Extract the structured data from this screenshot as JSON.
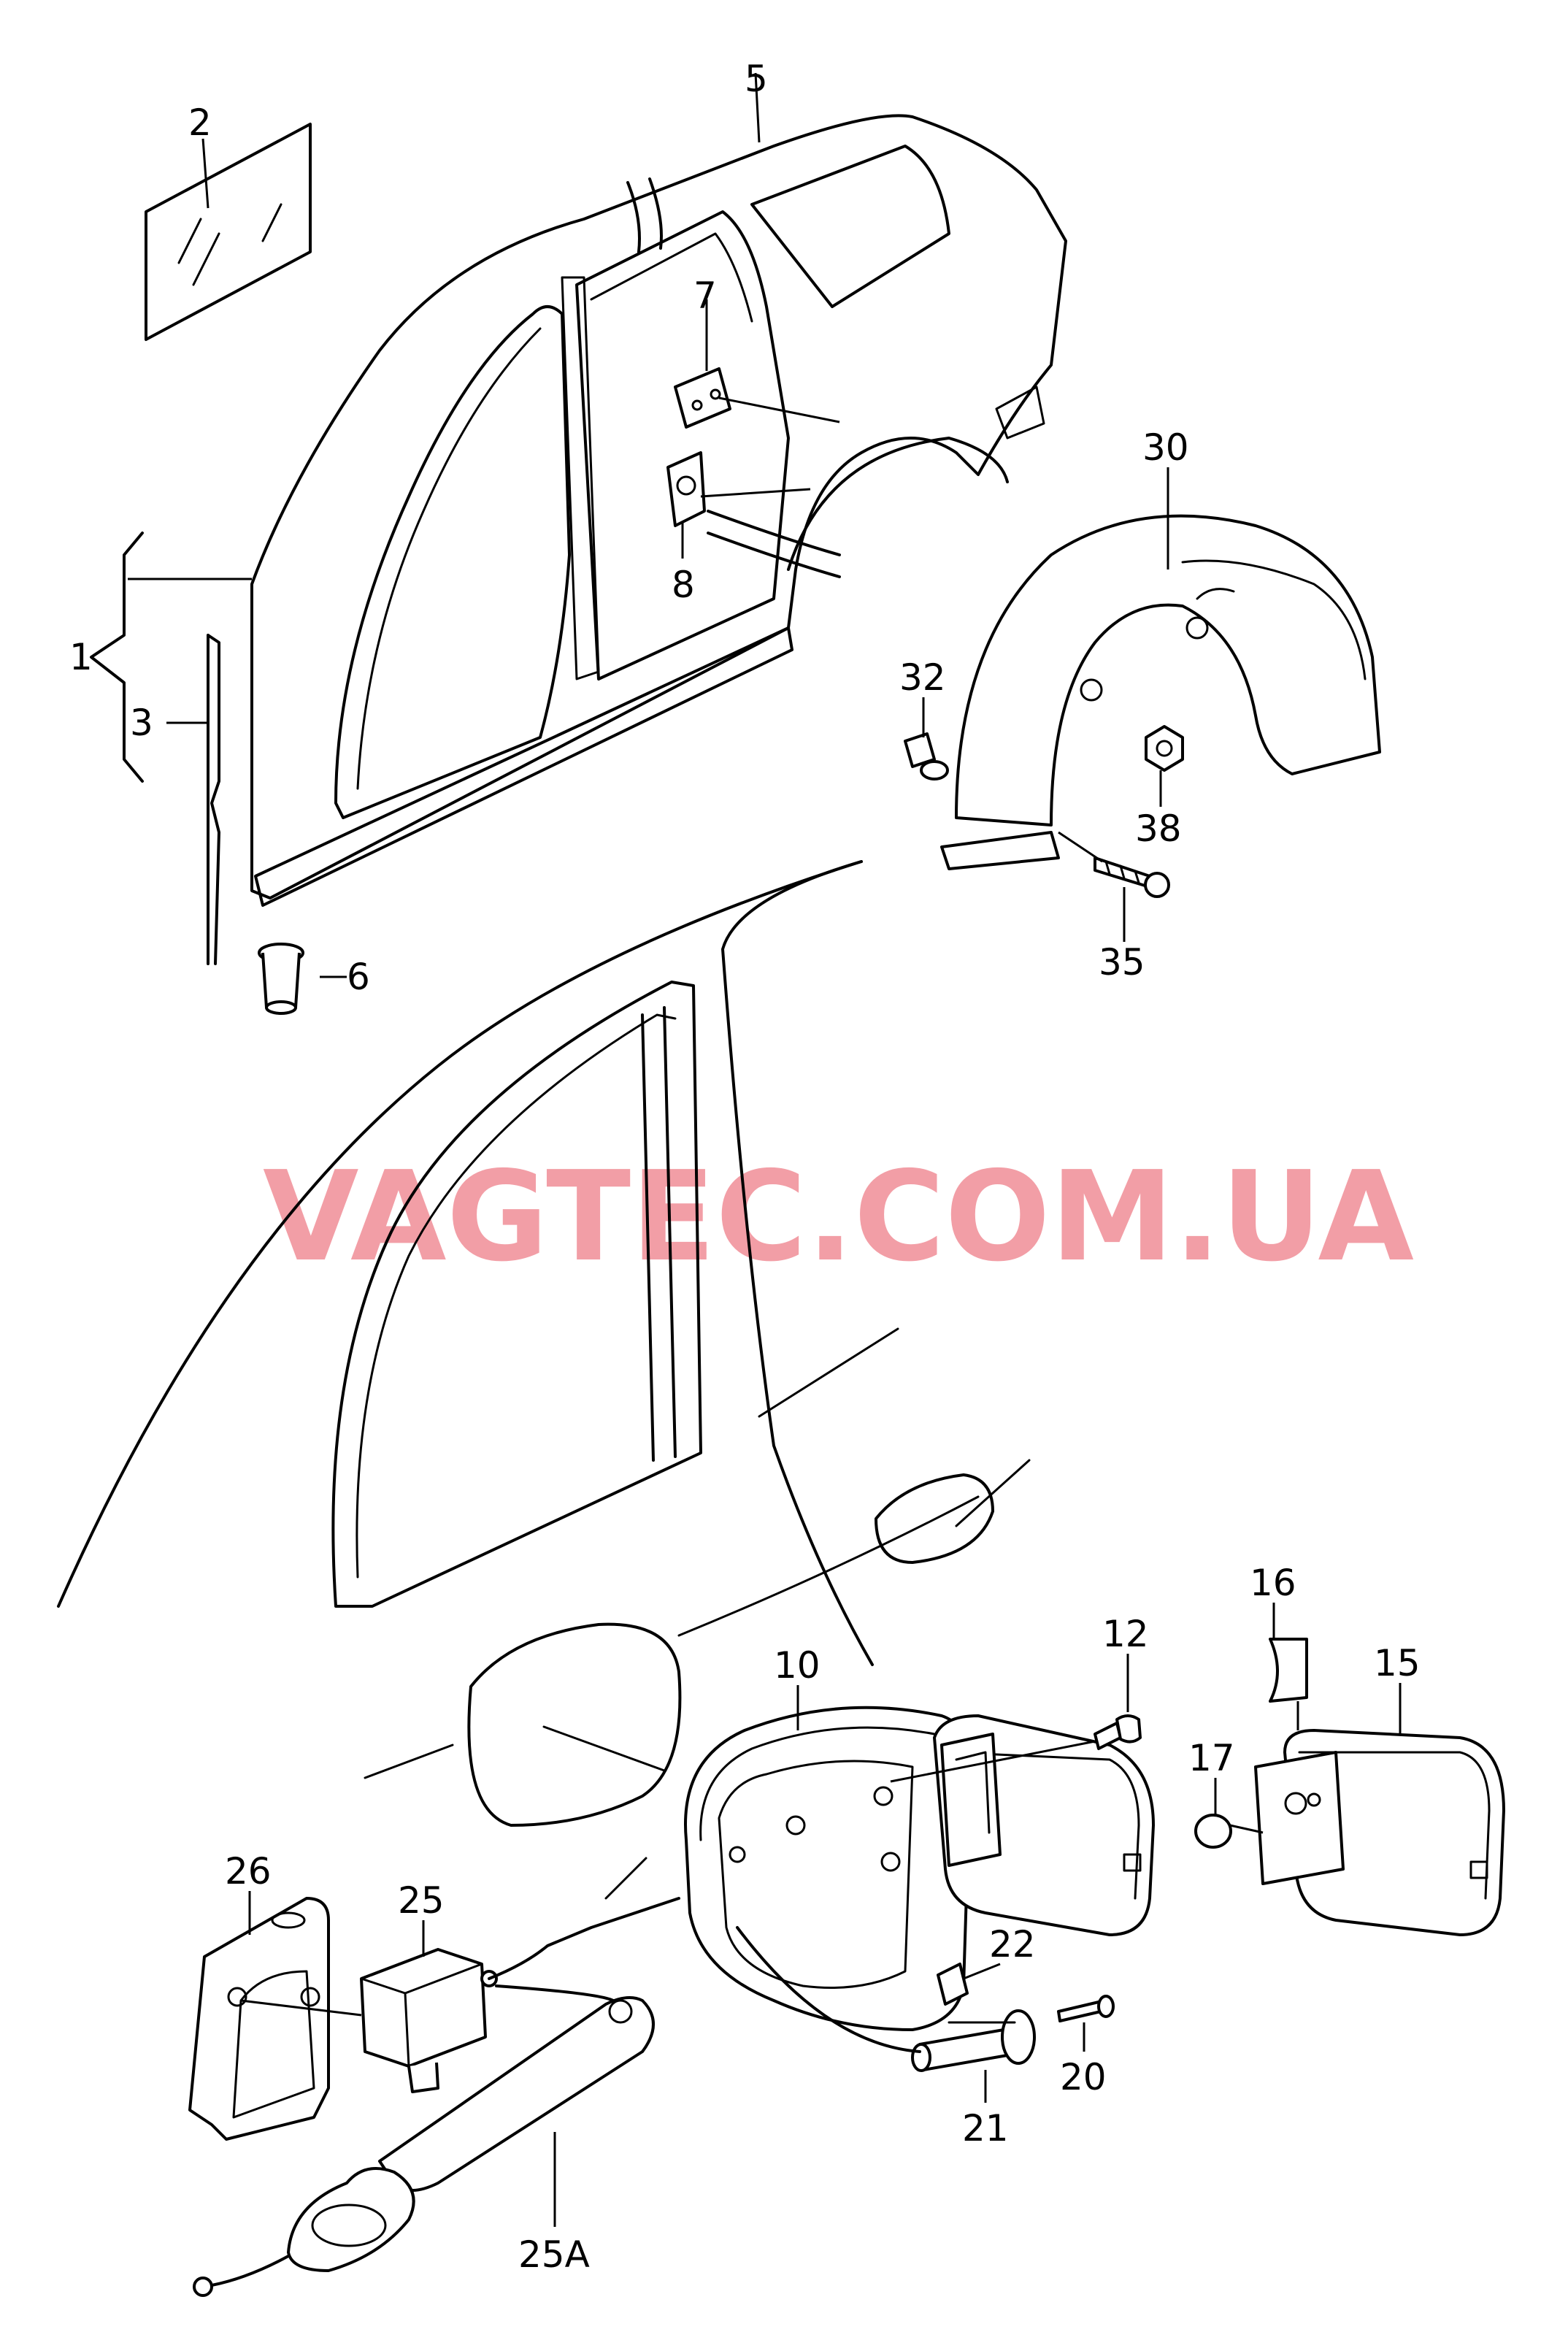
{
  "watermark": "VAGTEC.COM.UA",
  "colors": {
    "line": "#000000",
    "background": "#ffffff",
    "watermark": "#f08e97"
  },
  "callouts": {
    "c1": "1",
    "c2": "2",
    "c3": "3",
    "c5": "5",
    "c6": "6",
    "c7": "7",
    "c8": "8",
    "c10": "10",
    "c12": "12",
    "c15": "15",
    "c16": "16",
    "c17": "17",
    "c20": "20",
    "c21": "21",
    "c22": "22",
    "c25": "25",
    "c25a": "25A",
    "c26": "26",
    "c30": "30",
    "c32": "32",
    "c35": "35",
    "c38": "38"
  }
}
